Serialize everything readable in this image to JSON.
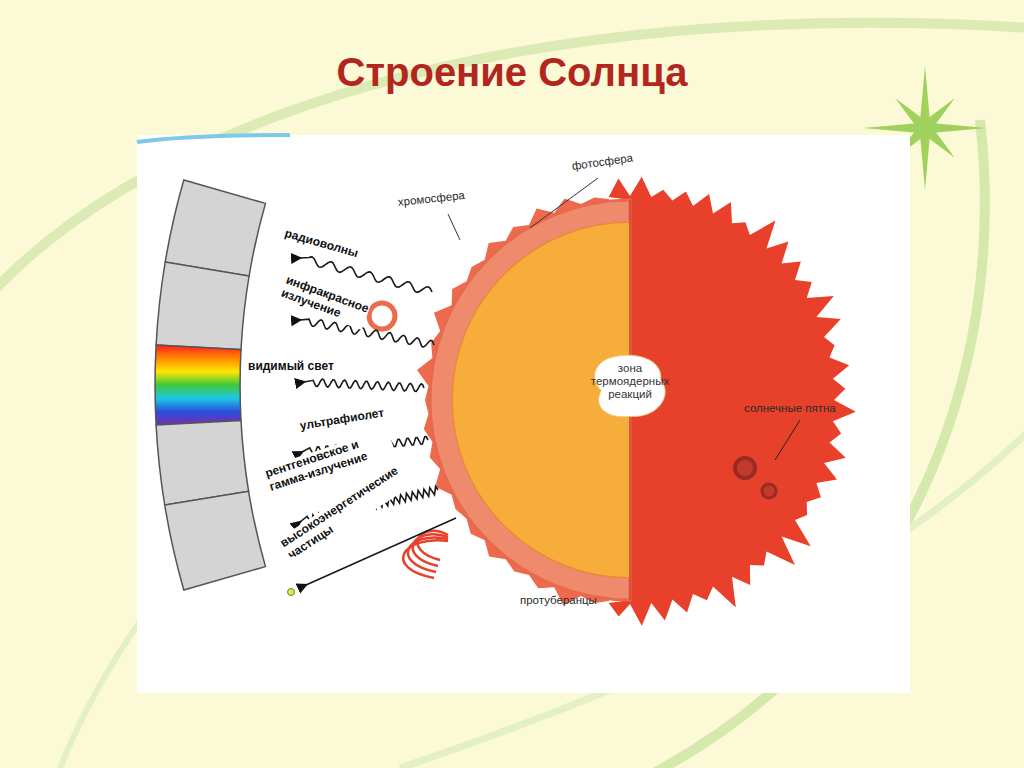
{
  "diagram": {
    "title": "Строение Солнца",
    "nodes": [
      {
        "text": [
          "зона термоядерных реакций"
        ]
      }
    ],
    "labels": [
      "фотосфера",
      "хромосфера",
      "радиоволны",
      "инфракрасное излучение",
      "видимый свет",
      "ультрафиолет",
      "рентгеновское и гамма-излучение",
      "высокоэнергетические частицы",
      "солнечные пятна",
      "протуберанцы"
    ]
  }
}
